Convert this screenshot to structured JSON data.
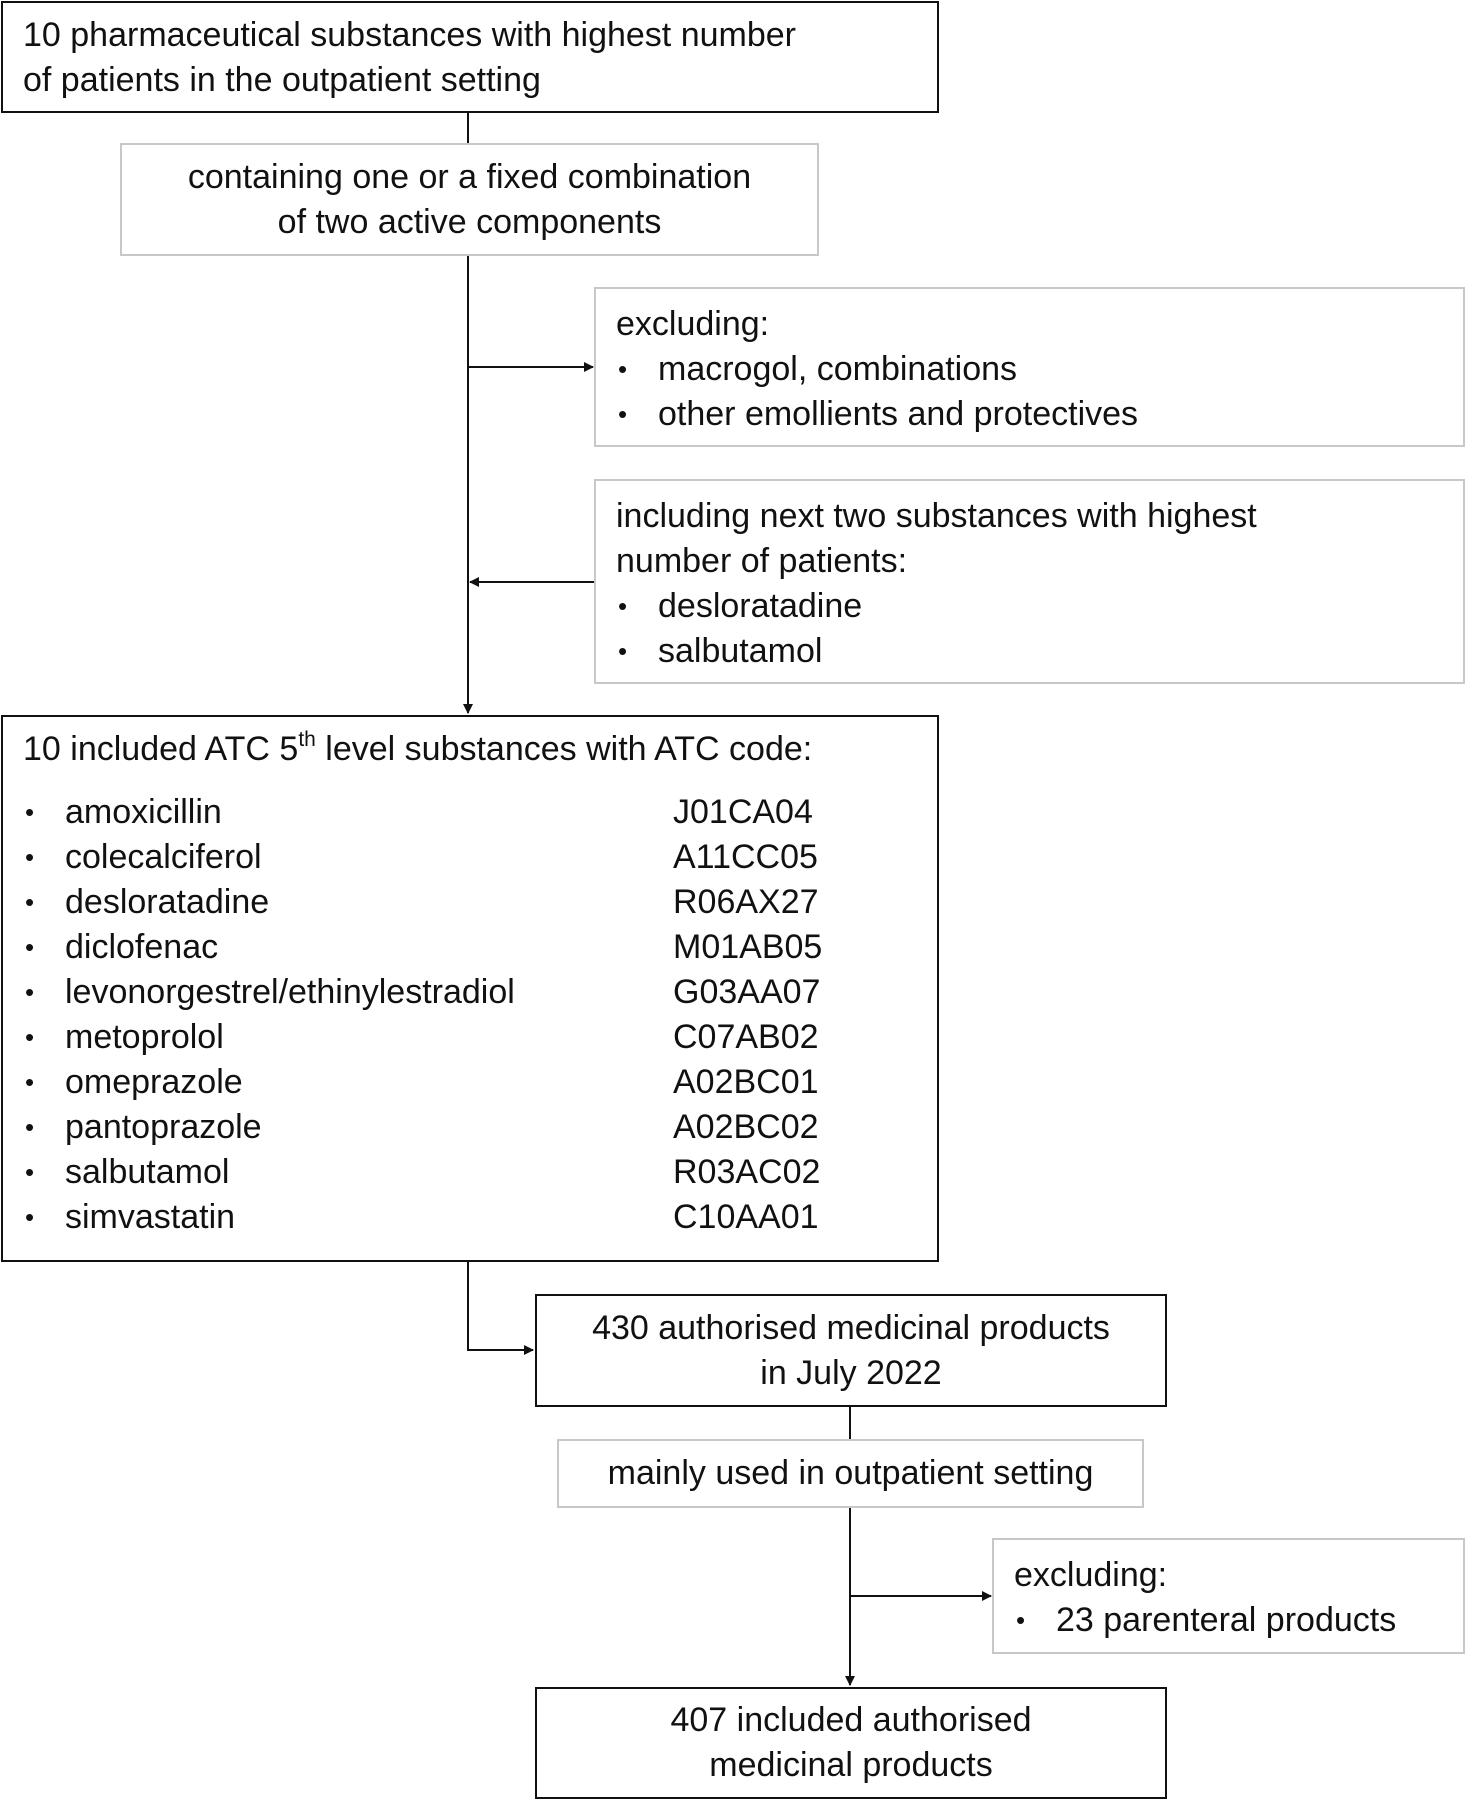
{
  "box1": {
    "lines": [
      "10 pharmaceutical substances with highest number",
      "of patients in the outpatient setting"
    ]
  },
  "filter1": {
    "lines": [
      "containing one or a fixed combination",
      "of two active components"
    ]
  },
  "exclude1": {
    "heading": "excluding:",
    "items": [
      "macrogol, combinations",
      "other emollients and protectives"
    ]
  },
  "include1": {
    "lines": [
      "including next two substances with highest",
      "number of patients:"
    ],
    "items": [
      "desloratadine",
      "salbutamol"
    ]
  },
  "substances": {
    "heading_pre": "10 included ATC 5",
    "heading_sup": "th",
    "heading_post": " level substances with ATC code:",
    "items": [
      {
        "name": "amoxicillin",
        "code": "J01CA04"
      },
      {
        "name": "colecalciferol",
        "code": "A11CC05"
      },
      {
        "name": "desloratadine",
        "code": "R06AX27"
      },
      {
        "name": "diclofenac",
        "code": "M01AB05"
      },
      {
        "name": "levonorgestrel/ethinylestradiol",
        "code": "G03AA07"
      },
      {
        "name": "metoprolol",
        "code": "C07AB02"
      },
      {
        "name": "omeprazole",
        "code": "A02BC01"
      },
      {
        "name": "pantoprazole",
        "code": "A02BC02"
      },
      {
        "name": "salbutamol",
        "code": "R03AC02"
      },
      {
        "name": "simvastatin",
        "code": "C10AA01"
      }
    ]
  },
  "authorised": {
    "lines": [
      "430 authorised medicinal products",
      "in July 2022"
    ]
  },
  "filter2": {
    "text": "mainly used in outpatient setting"
  },
  "exclude2": {
    "heading": "excluding:",
    "items": [
      "23 parenteral products"
    ]
  },
  "final": {
    "lines": [
      "407 included authorised",
      "medicinal products"
    ]
  }
}
